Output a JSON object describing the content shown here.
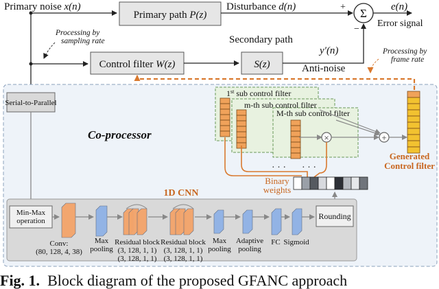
{
  "labels": {
    "primary_noise": "Primary noise",
    "primary_noise_sym": "x(n)",
    "primary_path": "Primary path",
    "primary_path_sym": "P(z)",
    "disturbance": "Disturbance",
    "disturbance_sym": "d(n)",
    "sigma": "Σ",
    "plus": "+",
    "minus": "−",
    "error_sym": "e(n)",
    "error_signal": "Error signal",
    "processing_sampling_1": "Processing by",
    "processing_sampling_2": "sampling rate",
    "control_filter": "Control filter",
    "control_filter_sym": "W(z)",
    "secondary_path": "Secondary path",
    "secondary_path_sym": "S(z)",
    "yprime": "y′(n)",
    "anti_noise": "Anti-noise",
    "processing_frame_1": "Processing by",
    "processing_frame_2": "frame rate",
    "serial_to_parallel": "Serial-to-Parallel",
    "coprocessor": "Co-processor",
    "sub_filter_1_pre": "1",
    "sub_filter_1_sup": "st",
    "sub_filter_1_post": " sub control filter",
    "sub_filter_m": "m-th sub control filter",
    "sub_filter_M": "M-th sub control filter",
    "multiply": "×",
    "add": "+",
    "dots": "· · ·",
    "generated_1": "Generated",
    "generated_2": "Control filter",
    "binary_1": "Binary",
    "binary_2": "weights",
    "cnn_title": "1D CNN",
    "minmax_1": "Min-Max",
    "minmax_2": "operation",
    "rounding": "Rounding",
    "conv_1": "Conv:",
    "conv_2": "(80, 128, 4, 38)",
    "maxpool_1": "Max",
    "maxpool_2": "pooling",
    "res_1": "Residual block",
    "res_2": "(3, 128, 1, 1)",
    "res_3": "(3, 128, 1, 1)",
    "maxpool2_1": "Max",
    "maxpool2_2": "pooling",
    "adaptive_1": "Adaptive",
    "adaptive_2": "pooling",
    "fc": "FC",
    "sigmoid": "Sigmoid"
  },
  "caption": {
    "fig": "Fig. 1.",
    "text": "Block diagram of the proposed GFANC approach"
  },
  "colors": {
    "block_fill": "#e6e6e6",
    "coprocessor_bg": "#eef3f9",
    "cnn_panel": "#d9d9d9",
    "subfilter_bg": "#e8f2e0",
    "orange": "#d9792e",
    "conv_orange": "#f4a46a",
    "pool_blue": "#8fb2e6",
    "cell_orange": "#f0a25a",
    "cell_yellow": "#f2c230",
    "generated_text": "#c8661f",
    "binary_text": "#c8661f",
    "cnn_title": "#c8661f",
    "line": "#222222",
    "gray_line": "#888888"
  }
}
